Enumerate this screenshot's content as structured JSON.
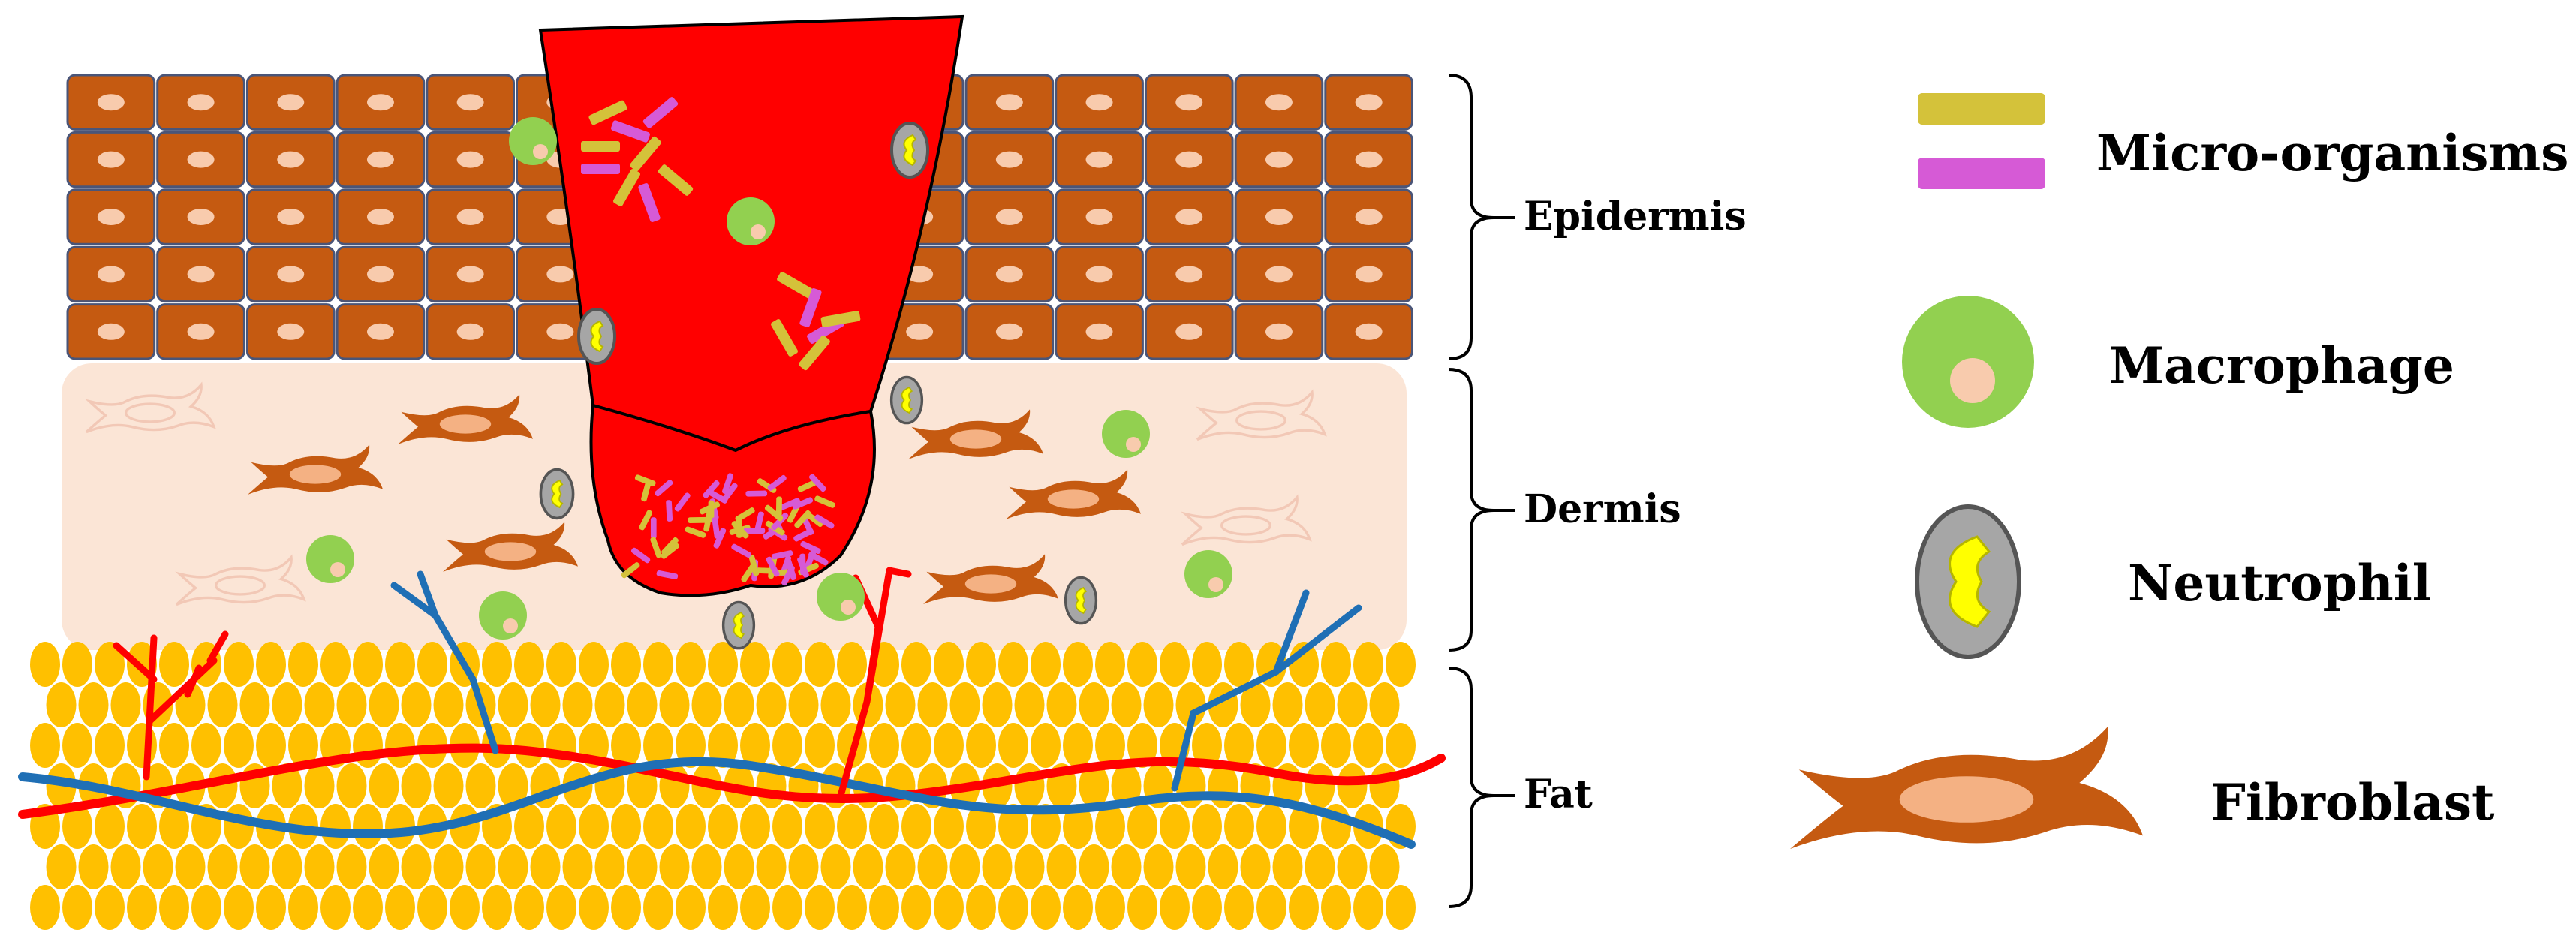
{
  "layers": {
    "epidermis": "Epidermis",
    "dermis": "Dermis",
    "fat": "Fat"
  },
  "legend": {
    "micro_organisms": "Micro-organisms",
    "macrophage": "Macrophage",
    "neutrophil": "Neutrophil",
    "fibroblast": "Fibroblast"
  },
  "colors": {
    "keratinocyte": "#c55a11",
    "keratinocyte_border": "#4a5578",
    "keratinocyte_nucleus": "#f8cbad",
    "dermis": "#fbe5d6",
    "fat": "#ffc000",
    "wound": "#ff0000",
    "micro_yellow": "#d4c23a",
    "micro_pink": "#d65ad6",
    "macrophage": "#92d050",
    "macrophage_nucleus": "#f8cbad",
    "neutrophil": "#a6a6a6",
    "neutrophil_nucleus": "#ffff00",
    "fibroblast": "#c55a11",
    "fibroblast_nucleus": "#f4b183",
    "artery": "#ff0000",
    "vein": "#1f6fb5"
  }
}
